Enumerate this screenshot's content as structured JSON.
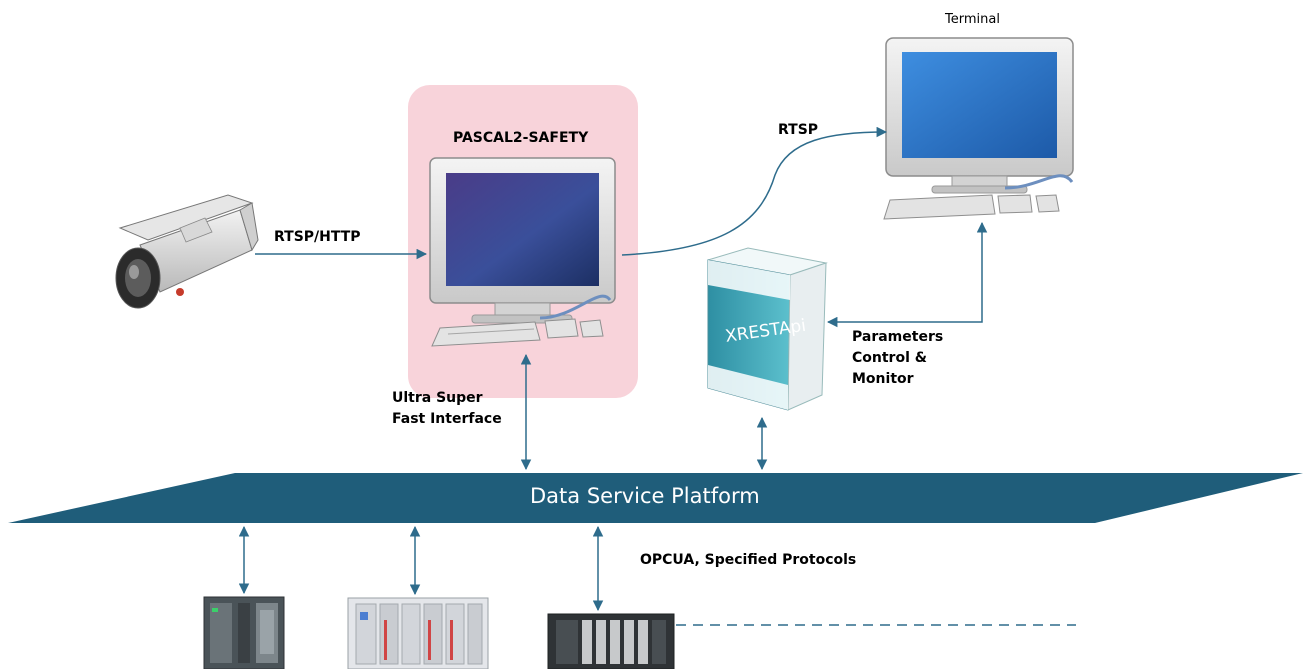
{
  "labels": {
    "terminal": "Terminal",
    "pascal": "PASCAL2-SAFETY",
    "rtsp_http": "RTSP/HTTP",
    "rtsp": "RTSP",
    "xrestapi": "XRESTApi",
    "param_line1": "Parameters",
    "param_line2": "Control &",
    "param_line3": "Monitor",
    "usfi_line1": "Ultra Super",
    "usfi_line2": "Fast Interface",
    "platform": "Data Service Platform",
    "protocols": "OPCUA, Specified Protocols"
  },
  "colors": {
    "arrow": "#2e6c8c",
    "platform": "#1f5d7a",
    "pascal_bg": "#f8d3da",
    "monitor_screen": "#2c4a8a",
    "terminal_screen": "#2870c7",
    "box_teal": "#3aa3b4"
  },
  "icons": [
    "ip-camera-icon",
    "pascal-computer-icon",
    "terminal-computer-icon",
    "xrestapi-box-icon",
    "plc-siemens-icon",
    "plc-modular-icon",
    "plc-rack-icon"
  ]
}
